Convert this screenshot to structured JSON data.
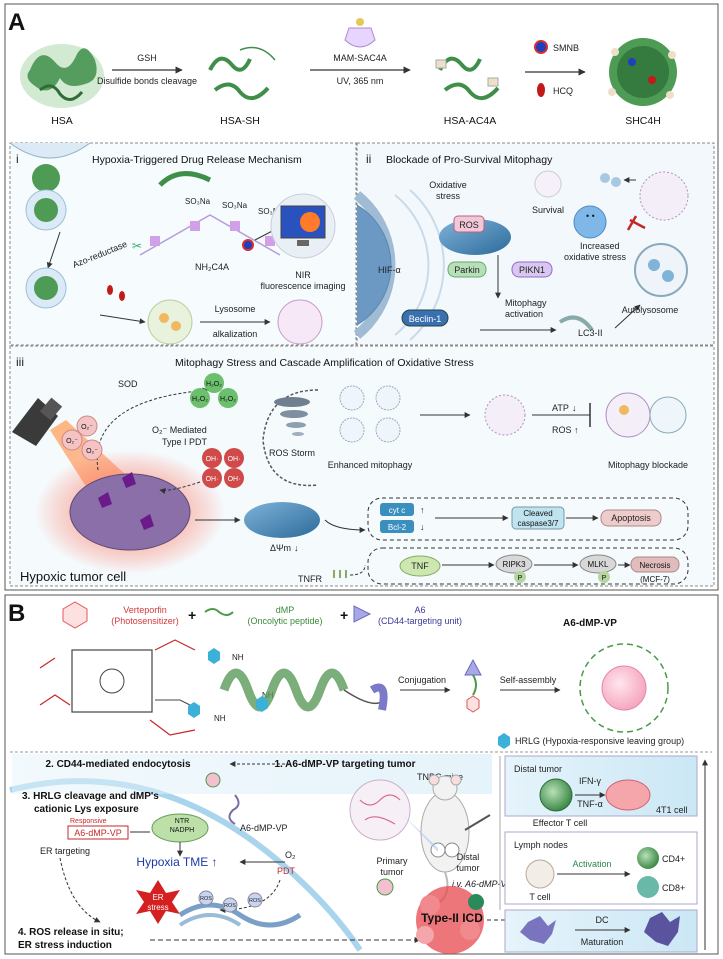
{
  "panel_a": {
    "letter": "A",
    "top": {
      "hsa": "HSA",
      "step1_reagent": "GSH",
      "step1_desc": "Disulfide bonds cleavage",
      "hsa_sh": "HSA-SH",
      "step2_reagent": "MAM-SAC4A",
      "step2_cond": "UV, 365 nm",
      "hsa_ac4a": "HSA-AC4A",
      "smnb": "SMNB",
      "hcq": "HCQ",
      "shc4h": "SHC4H"
    },
    "sec_i": {
      "num": "i",
      "title": "Hypoxia-Triggered Drug Release Mechanism",
      "so3na": "SO₃Na",
      "nh2c4a": "NH₂C4A",
      "azo": "Azo-reductase",
      "nir1": "NIR",
      "nir2": "fluorescence imaging",
      "lys1": "Lysosome",
      "lys2": "alkalization"
    },
    "sec_ii": {
      "num": "ii",
      "title": "Blockade of Pro-Survival Mitophagy",
      "ox1": "Oxidative",
      "ox2": "stress",
      "ros": "ROS",
      "hif": "HIF-α",
      "parkin": "Parkin",
      "pink1": "PIKN1",
      "beclin": "Beclin-1",
      "mito1": "Mitophagy",
      "mito2": "activation",
      "lc3": "LC3-II",
      "survival": "Survival",
      "inc1": "Increased",
      "inc2": "oxidative stress",
      "autolyso": "Autolysosome"
    },
    "sec_iii": {
      "num": "iii",
      "title": "Mitophagy Stress and  Cascade Amplification of Oxidative Stress",
      "sod": "SOD",
      "h2o2": "H₂O₂",
      "o2r": "O₂⁻",
      "pdt1": "O₂⁻ Mediated",
      "pdt2": "Type I PDT",
      "oh": "OH·",
      "storm": "ROS Storm",
      "enh": "Enhanced mitophagy",
      "atp": "ATP",
      "ros": "ROS",
      "blockade": "Mitophagy blockade",
      "dpsi": "ΔΨm",
      "cytc": "cyt c",
      "bcl2": "Bcl-2",
      "casp1": "Cleaved",
      "casp2": "caspase3/7",
      "apop": "Apoptosis",
      "tnf": "TNF",
      "ripk3": "RIPK3",
      "mlkl": "MLKL",
      "p": "P",
      "necro": "Necrosis",
      "mcf": "(MCF-7)",
      "tnfr": "TNFR",
      "hyp": "Hypoxic tumor cell"
    }
  },
  "panel_b": {
    "letter": "B",
    "vp1": "Verteporfin",
    "vp2": "(Photosensitizer)",
    "dmp1": "dMP",
    "dmp2": "(Oncolytic peptide)",
    "a61": "A6",
    "a62": "(CD44-targeting unit)",
    "plus": "+",
    "title": "A6-dMP-VP",
    "conj": "Conjugation",
    "self": "Self-assembly",
    "nh": "NH",
    "hrlg": "HRLG (Hypoxia-responsive leaving group)",
    "s1": "1. A6-dMP-VP targeting tumor",
    "s2": "2. CD44-mediated endocytosis",
    "s3a": "3. HRLG cleavage and dMP's",
    "s3b": "cationic Lys exposure",
    "resp": "Responsive",
    "respval": "A6-dMP-VP",
    "ntr": "NTR",
    "nadph": "NADPH",
    "a6vp": "A6-dMP-VP",
    "er_t": "ER targeting",
    "hyp": "Hypoxia TME ↑",
    "o2": "O₂",
    "pdt": "PDT",
    "er1": "ER",
    "er2": "stress",
    "ros": "ROS",
    "s4a": "4. ROS release in situ;",
    "s4b": "ER stress induction",
    "tnbc": "TNBC mice",
    "prim1": "Primary",
    "prim2": "tumor",
    "dist1": "Distal",
    "dist2": "tumor",
    "iv": "i.v. A6-dMP-VP",
    "icd": "Type-II ICD",
    "dt": "Distal tumor",
    "ifn": "IFN-γ",
    "tnfa": "TNF-α",
    "eff": "Effector T cell",
    "t4": "4T1 cell",
    "ln": "Lymph nodes",
    "act": "Activation",
    "tcell": "T cell",
    "cd4": "CD4+",
    "cd8": "CD8+",
    "dc": "DC",
    "mat": "Maturation"
  }
}
